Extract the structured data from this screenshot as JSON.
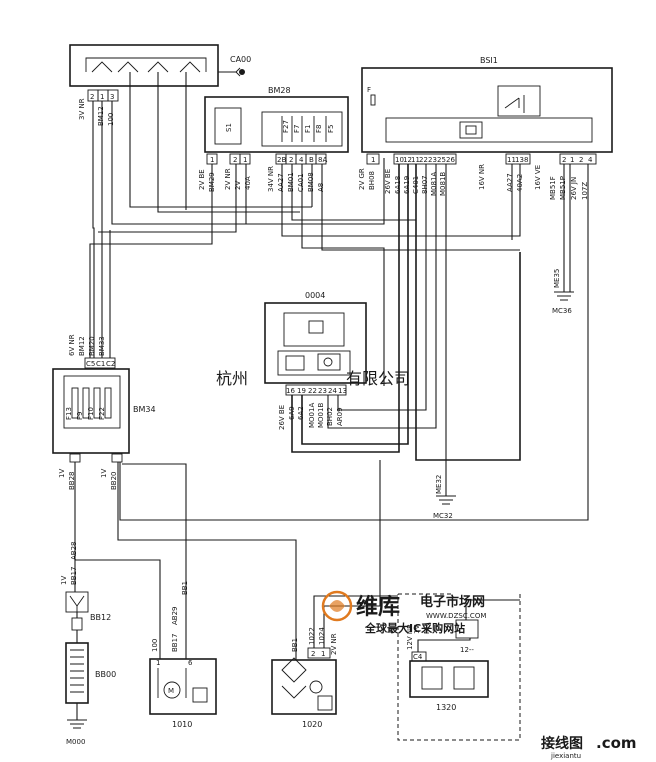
{
  "components": {
    "ca00": "CA00",
    "bsi1": "BSI1",
    "bm28": "BM28",
    "c0004": "0004",
    "bm34": "BM34",
    "bb12": "BB12",
    "bb00": "BB00",
    "m000": "M000",
    "c1010": "1010",
    "c1020": "1020",
    "c1320": "1320",
    "c12": "12--"
  },
  "connectors": {
    "ca00_conn": "3V NR",
    "ca00_pins": [
      "2",
      "1",
      "3"
    ],
    "ca00_wires": [
      "BM12",
      "100"
    ],
    "bm28_left_conn": "2V BE",
    "bm28_left_pin": "1",
    "bm28_left_wire": "BM29",
    "bm28_mid_conn": "2V NR",
    "bm28_mid_pins": [
      "2",
      "1"
    ],
    "bm28_mid_wires": [
      "2V",
      "40A"
    ],
    "bm28_right_conn": "34V NR",
    "bm28_right_pins": [
      "2B",
      "2",
      "4",
      "B",
      "8A"
    ],
    "bm28_right_wires": [
      "AA27",
      "BM01",
      "CA01",
      "BM08",
      "A8"
    ],
    "bm28_fuses": [
      "F27",
      "F7",
      "F1",
      "F8",
      "F5"
    ],
    "bm28_s1": "S1",
    "bsi1_left_conn": "2V GR",
    "bsi1_left_wire": "BH08",
    "bsi1_mid_conn": "26V BE",
    "bsi1_mid_pins": [
      "10",
      "12",
      "11",
      "22",
      "23",
      "25",
      "26"
    ],
    "bsi1_mid_wires": [
      "6A18",
      "6A19",
      "C401",
      "8H07",
      "M081A",
      "M081B"
    ],
    "bsi1_c16": "16V NR",
    "bsi1_c16_pins": [
      "11",
      "13",
      "8"
    ],
    "bsi1_c16_wires": [
      "AA27",
      "40A2"
    ],
    "bsi1_c16b": "16V VE",
    "bsi1_right_pins": [
      "2",
      "1",
      "2",
      "4"
    ],
    "bsi1_right_conn": "26V JN",
    "bsi1_right_wires": [
      "MB51F",
      "MB51P",
      "107Z"
    ],
    "ground_me35": "ME35",
    "ground_mc36": "MC36",
    "c0004_conn": "26V BE",
    "c0004_pins": [
      "16",
      "19",
      "22",
      "23",
      "24",
      "13"
    ],
    "c0004_wires": [
      "6A9",
      "6A2",
      "MO01A",
      "MO01B",
      "BH02",
      "AR09"
    ],
    "ground_me32": "ME32",
    "ground_mc32": "MC32",
    "bm34_conn": "6V NR",
    "bm34_pins": [
      "C5",
      "C1",
      "C2"
    ],
    "bm34_top_wires": [
      "BM12",
      "BM20",
      "BM33"
    ],
    "bm34_fuses": [
      "F13",
      "F9",
      "F10",
      "F22"
    ],
    "bm34_bottom_left": "1V",
    "bm34_bottom_left_wire": "BB28",
    "bm34_bottom_right": "1V",
    "bm34_bottom_right_wire": "BB20",
    "bb12_wires": [
      "1V",
      "BB17",
      "AB28"
    ],
    "c1010_wires": [
      "100",
      "BB17",
      "AB29",
      "BB1"
    ],
    "c1010_pins": [
      "1",
      "6"
    ],
    "c1010_m": "M",
    "c1020_wires": [
      "BB1",
      "1022",
      "1024"
    ],
    "c1020_conn": "2V NR",
    "c1020_pins": [
      "2",
      "1"
    ],
    "c1320_conn": "12V NR",
    "c1320_pins": [
      "C4"
    ],
    "c1320_wires": [
      "1V",
      "NR"
    ]
  },
  "watermarks": {
    "company": "杭州",
    "company_tail": "有限公司",
    "logo_main": "维库",
    "logo_sub": "电子市场网",
    "logo_url": "WWW.DZSC.COM",
    "logo_slogan": "全球最大IC采购网站",
    "corner_cn": "接线图",
    "corner_dot": ".com",
    "corner_url": "jiexiantu"
  },
  "colors": {
    "ink": "#1a1a1a",
    "logo_orange": "#e07a1f",
    "watermark_gray": "#bdbdbd",
    "corner_red": "#cc2b1d"
  }
}
